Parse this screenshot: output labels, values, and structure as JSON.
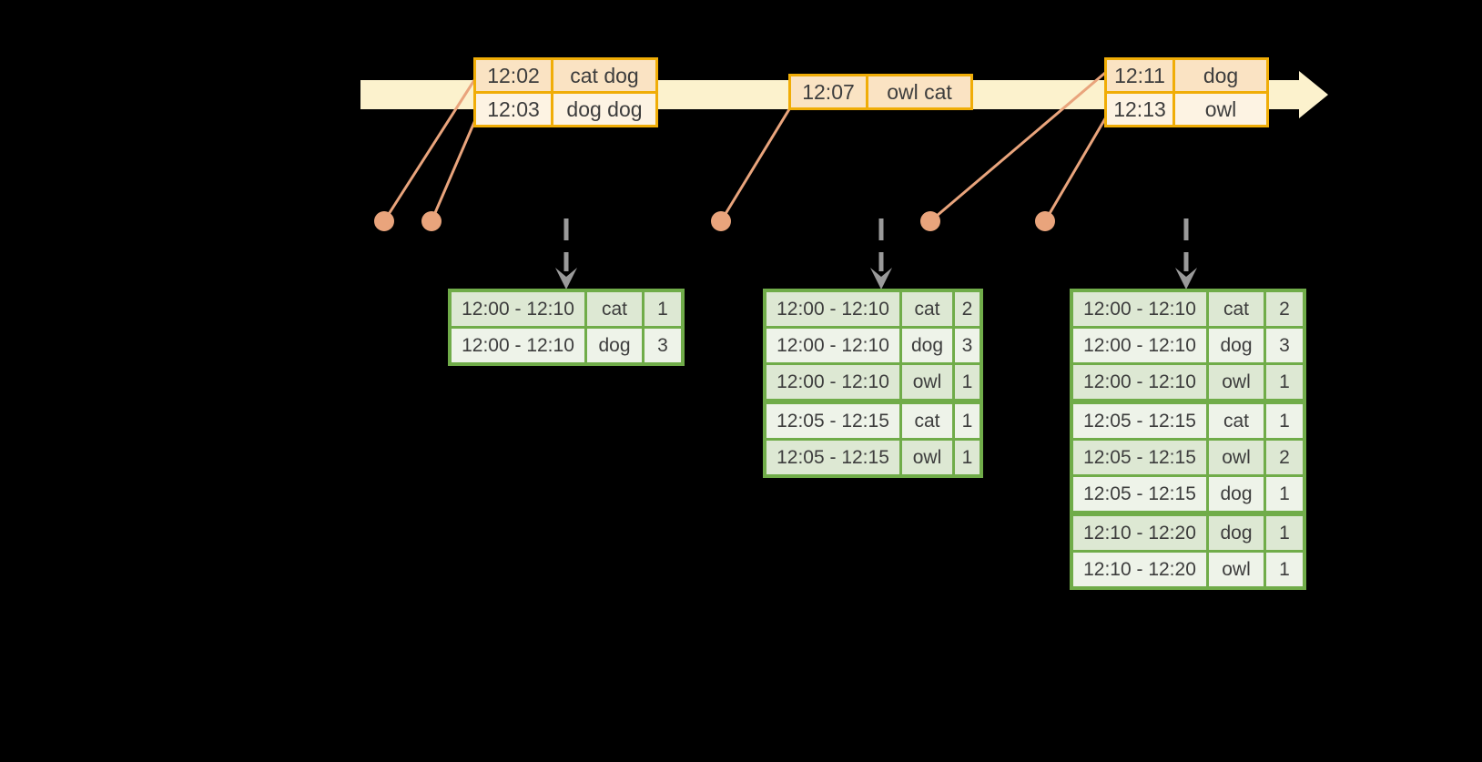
{
  "diagram": {
    "description": "windowed word-count stream aggregation timeline",
    "timeline_direction": "left-to-right"
  },
  "colors": {
    "background": "#000000",
    "band": "#fcf2cd",
    "gold": "#f0ad07",
    "peach-dark": "#fae3c3",
    "peach-light": "#fdf3e3",
    "salmon": "#e9a47c",
    "gray": "#9a9a9a",
    "green": "#70ac49",
    "green-cell-dark": "#dde8d3",
    "green-cell-light": "#eef3e9",
    "text": "#3d3d3d"
  },
  "event_tables": [
    {
      "rows": [
        {
          "time": "12:02",
          "words": "cat dog"
        },
        {
          "time": "12:03",
          "words": "dog dog"
        }
      ]
    },
    {
      "rows": [
        {
          "time": "12:07",
          "words": "owl cat"
        }
      ]
    },
    {
      "rows": [
        {
          "time": "12:11",
          "words": "dog"
        },
        {
          "time": "12:13",
          "words": "owl"
        }
      ]
    }
  ],
  "result_tables": [
    {
      "rows": [
        {
          "window": "12:00 - 12:10",
          "word": "cat",
          "count": "1"
        },
        {
          "window": "12:00 - 12:10",
          "word": "dog",
          "count": "3"
        }
      ]
    },
    {
      "rows": [
        {
          "window": "12:00 - 12:10",
          "word": "cat",
          "count": "2"
        },
        {
          "window": "12:00 - 12:10",
          "word": "dog",
          "count": "3"
        },
        {
          "window": "12:00 - 12:10",
          "word": "owl",
          "count": "1"
        },
        {
          "window": "12:05 - 12:15",
          "word": "cat",
          "count": "1"
        },
        {
          "window": "12:05 - 12:15",
          "word": "owl",
          "count": "1"
        }
      ]
    },
    {
      "rows": [
        {
          "window": "12:00 - 12:10",
          "word": "cat",
          "count": "2"
        },
        {
          "window": "12:00 - 12:10",
          "word": "dog",
          "count": "3"
        },
        {
          "window": "12:00 - 12:10",
          "word": "owl",
          "count": "1"
        },
        {
          "window": "12:05 - 12:15",
          "word": "cat",
          "count": "1"
        },
        {
          "window": "12:05 - 12:15",
          "word": "owl",
          "count": "2"
        },
        {
          "window": "12:05 - 12:15",
          "word": "dog",
          "count": "1"
        },
        {
          "window": "12:10 - 12:20",
          "word": "dog",
          "count": "1"
        },
        {
          "window": "12:10 - 12:20",
          "word": "owl",
          "count": "1"
        }
      ]
    }
  ]
}
